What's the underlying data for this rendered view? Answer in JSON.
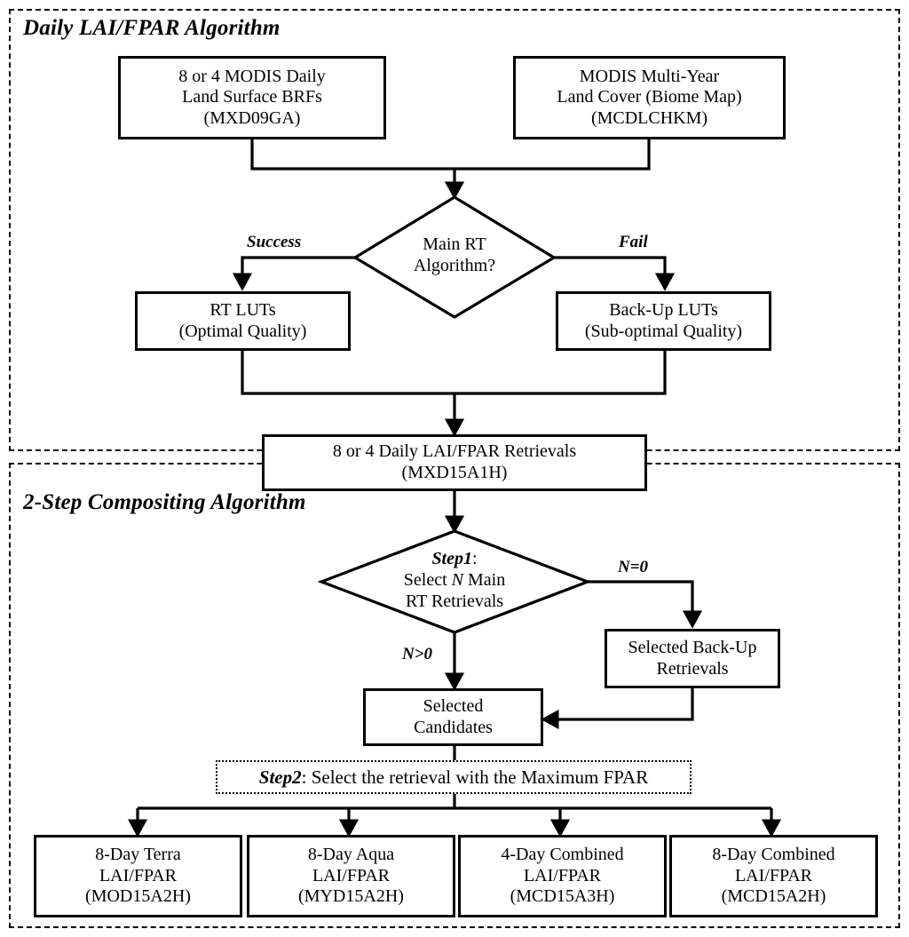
{
  "diagram": {
    "title_top": "Daily LAI/FPAR Algorithm",
    "title_bottom": "2-Step Compositing Algorithm",
    "nodes": {
      "brf": "8 or 4 MODIS Daily\nLand Surface BRFs\n(MXD09GA)",
      "brf_l1": "8 or 4 MODIS Daily",
      "brf_l2": "Land Surface BRFs",
      "brf_l3": "(MXD09GA)",
      "landcover_l1": "MODIS Multi-Year",
      "landcover_l2": "Land Cover (Biome Map)",
      "landcover_l3": "(MCDLCHKM)",
      "decision1_l1": "Main RT",
      "decision1_l2": "Algorithm?",
      "rtluts_l1": "RT LUTs",
      "rtluts_l2": "(Optimal Quality)",
      "backupluts_l1": "Back-Up LUTs",
      "backupluts_l2": "(Sub-optimal Quality)",
      "daily_l1": "8 or 4 Daily LAI/FPAR Retrievals",
      "daily_l2": "(MXD15A1H)",
      "step1_label": "Step1",
      "step1_colon": ":",
      "step1_l2_a": "Select ",
      "step1_l2_n": "N",
      "step1_l2_b": " Main",
      "step1_l3": "RT Retrievals",
      "backup_sel_l1": "Selected Back-Up",
      "backup_sel_l2": "Retrievals",
      "candidates_l1": "Selected",
      "candidates_l2": "Candidates",
      "step2_label": "Step2",
      "step2_text": ": Select the retrieval with the Maximum FPAR"
    },
    "edge_labels": {
      "success": "Success",
      "fail": "Fail",
      "n_eq_0": "N=0",
      "n_gt_0": "N>0"
    },
    "outputs": [
      {
        "l1": "8-Day Terra",
        "l2": "LAI/FPAR",
        "l3": "(MOD15A2H)"
      },
      {
        "l1": "8-Day Aqua",
        "l2": "LAI/FPAR",
        "l3": "(MYD15A2H)"
      },
      {
        "l1": "4-Day Combined",
        "l2": "LAI/FPAR",
        "l3": "(MCD15A3H)"
      },
      {
        "l1": "8-Day Combined",
        "l2": "LAI/FPAR",
        "l3": "(MCD15A2H)"
      }
    ],
    "colors": {
      "line": "#000000",
      "background": "#ffffff"
    }
  }
}
